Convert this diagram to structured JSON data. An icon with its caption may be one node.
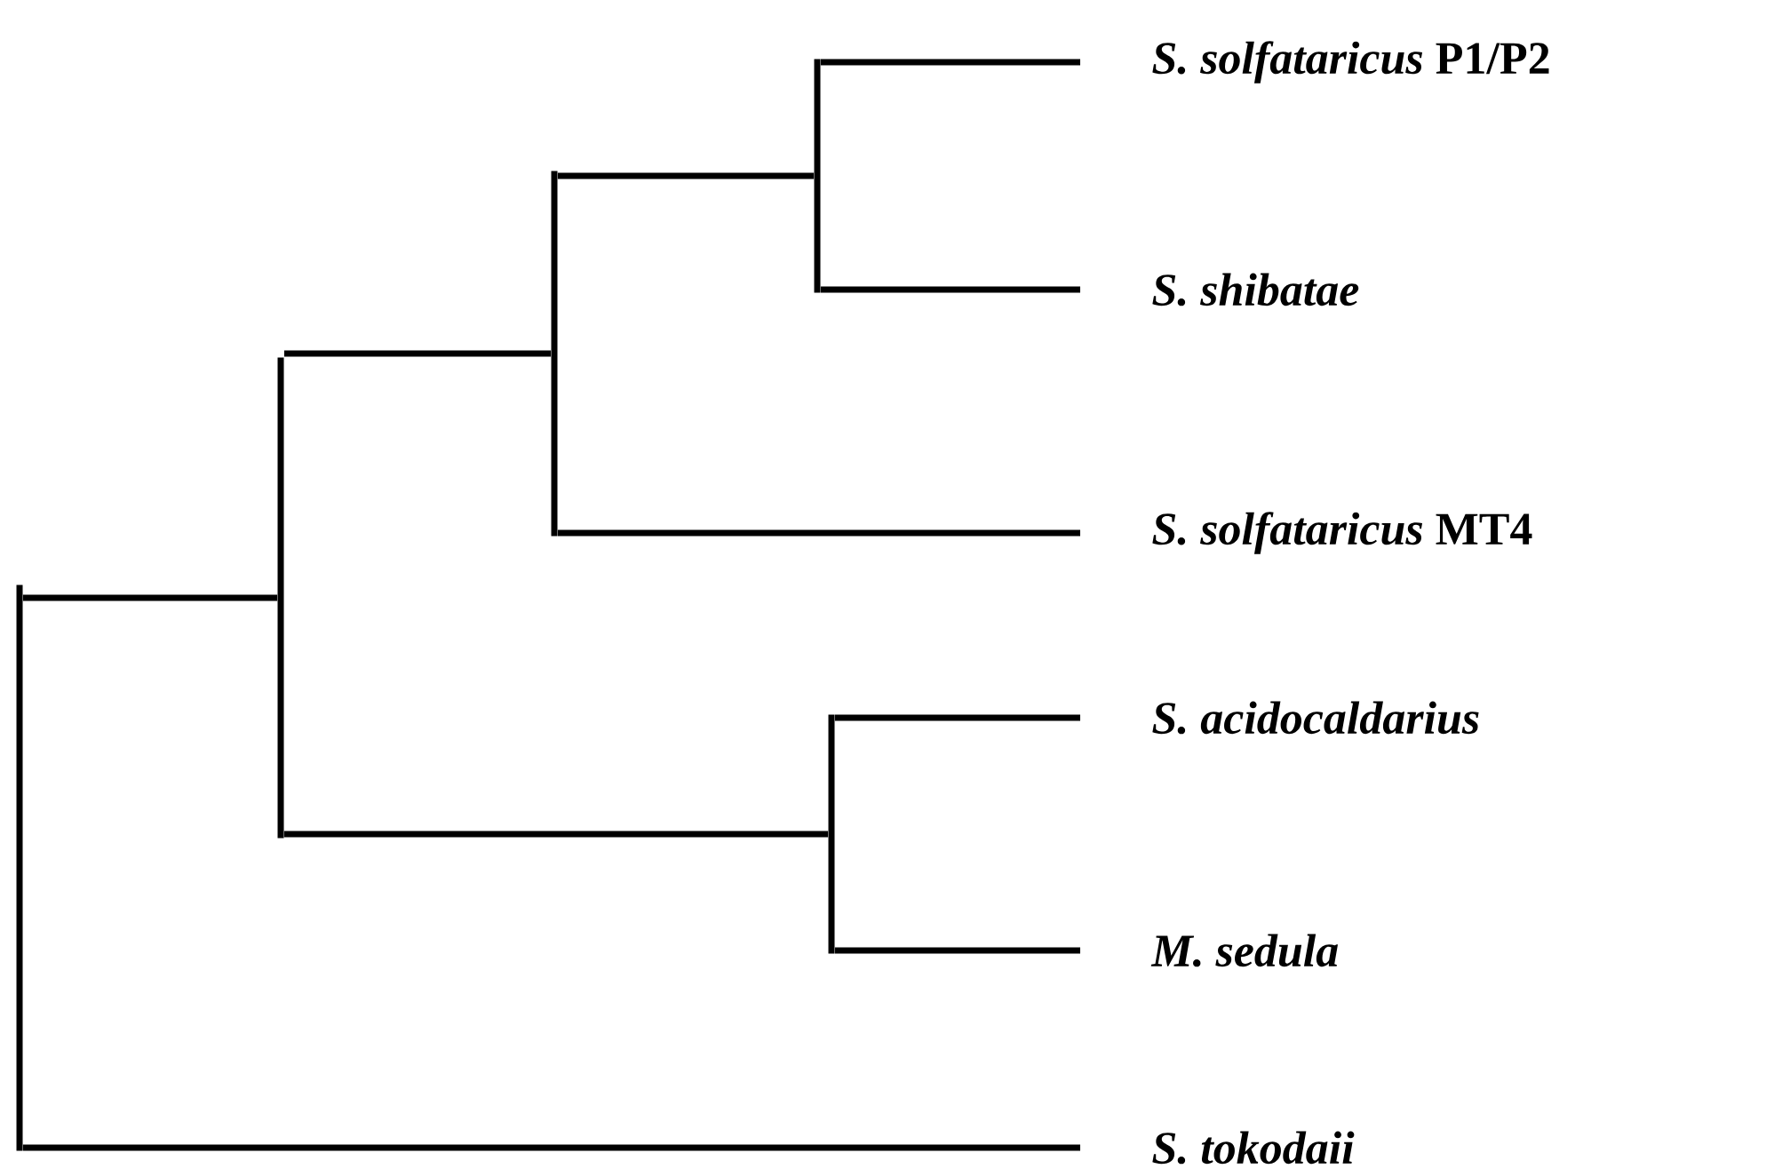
{
  "diagram": {
    "nodes": [
      {
        "text": [
          "*S. solfataricus* P1/P2"
        ]
      },
      {
        "text": [
          "*S. shibatae*"
        ]
      },
      {
        "text": [
          "*S. solfataricus* MT4"
        ]
      },
      {
        "text": [
          "*S. acidocaldarius*"
        ]
      },
      {
        "text": [
          "*M. sedula*"
        ]
      },
      {
        "text": [
          "*S. tokodaii*"
        ]
      },
      {
        "text": [],
        "shape": "bar"
      },
      {
        "text": [],
        "shape": "bar"
      },
      {
        "text": [],
        "shape": "bar"
      },
      {
        "text": [],
        "shape": "bar"
      },
      {
        "text": [],
        "shape": "bar"
      }
    ],
    "edges": [
      {
        "from": 6,
        "to": 7,
        "arrow": "none"
      },
      {
        "from": 6,
        "to": 5,
        "arrow": "none"
      },
      {
        "from": 7,
        "to": 8,
        "arrow": "none"
      },
      {
        "from": 7,
        "to": 10,
        "arrow": "none"
      },
      {
        "from": 8,
        "to": 9,
        "arrow": "none"
      },
      {
        "from": 8,
        "to": 2,
        "arrow": "none"
      },
      {
        "from": 9,
        "to": 0,
        "arrow": "none"
      },
      {
        "from": 9,
        "to": 1,
        "arrow": "none"
      },
      {
        "from": 10,
        "to": 3,
        "arrow": "none"
      },
      {
        "from": 10,
        "to": 4,
        "arrow": "none"
      }
    ]
  }
}
